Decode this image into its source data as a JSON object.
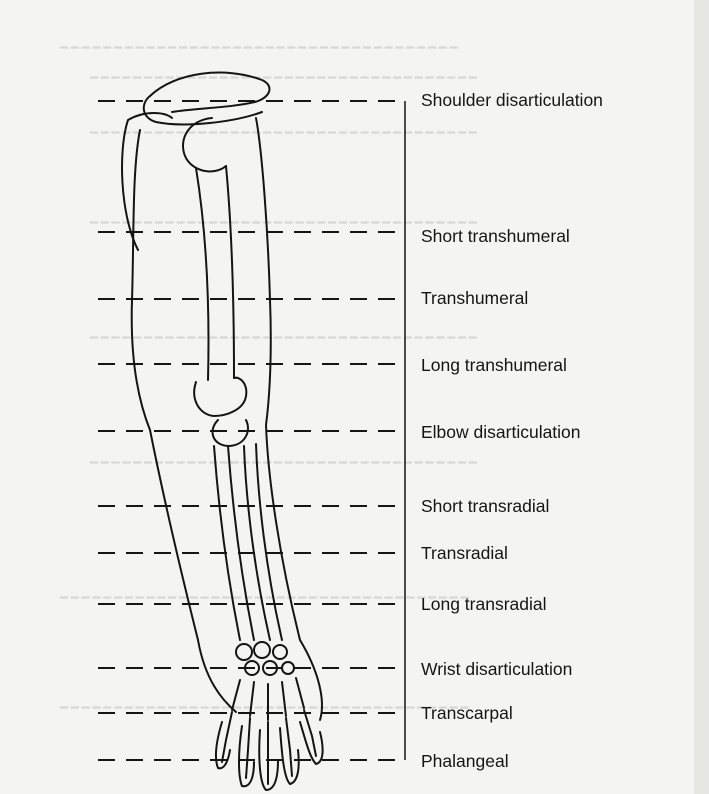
{
  "figure": {
    "levels": [
      "Shoulder disarticulation",
      "Short transhumeral",
      "Transhumeral",
      "Long transhumeral",
      "Elbow disarticulation",
      "Short transradial",
      "Transradial",
      "Long transradial",
      "Wrist disarticulation",
      "Transcarpal",
      "Phalangeal"
    ]
  },
  "colors": {
    "background": "#f4f4f2",
    "ink": "#151515",
    "bleed_through": "#d7d7d3"
  }
}
